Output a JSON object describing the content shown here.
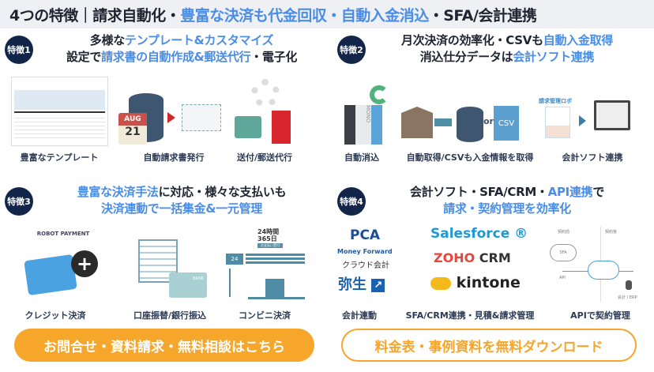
{
  "header": {
    "prefix": "4つの特徴｜請求自動化・",
    "highlight": "豊富な決済も代金回収・自動入金消込",
    "suffix": "・SFA/会計連携"
  },
  "features": [
    {
      "badge": "特徴1",
      "line1": [
        {
          "t": "多様な",
          "b": false
        },
        {
          "t": "テンプレート&カスタマイズ",
          "b": true
        }
      ],
      "line2": [
        {
          "t": "設定で",
          "b": false
        },
        {
          "t": "請求書の自動作成&郵送代行",
          "b": true
        },
        {
          "t": "・電子化",
          "b": false
        }
      ],
      "captions": [
        "豊富なテンプレート",
        "自動請求書発行",
        "送付/郵送代行"
      ]
    },
    {
      "badge": "特徴2",
      "line1": [
        {
          "t": "月次決済の効率化・CSVも",
          "b": false
        },
        {
          "t": "自動入金取得",
          "b": true
        }
      ],
      "line2": [
        {
          "t": "消込仕分データは",
          "b": false
        },
        {
          "t": "会計ソフト連携",
          "b": true
        }
      ],
      "captions": [
        "自動消込",
        "自動取得/CSVも入金情報を取得",
        "会計ソフト連携"
      ]
    },
    {
      "badge": "特徴3",
      "line1": [
        {
          "t": "豊富な決済手法",
          "b": true
        },
        {
          "t": "に対応・様々な支払いも",
          "b": false
        }
      ],
      "line2": [
        {
          "t": "決済連動で一括集金&一元管理",
          "b": true
        }
      ],
      "captions": [
        "クレジット決済",
        "口座振替/銀行振込",
        "コンビニ決済"
      ]
    },
    {
      "badge": "特徴4",
      "line1": [
        {
          "t": "会計ソフト・SFA/CRM・",
          "b": false
        },
        {
          "t": "API連携",
          "b": true
        },
        {
          "t": "で",
          "b": false
        }
      ],
      "line2": [
        {
          "t": "請求・契約管理を効率化",
          "b": true
        }
      ],
      "captions": [
        "会計連動",
        "SFA/CRM連携・見積&請求管理",
        "APIで契約管理"
      ]
    }
  ],
  "images": {
    "calendar_month": "AUG",
    "calendar_day": "21",
    "mono": "MONO",
    "or": "or",
    "csv": "CSV",
    "robo_brand": "請求管理ロボ",
    "robot_payment": "ROBOT PAYMENT",
    "bank": "BANK",
    "hours": "24時間",
    "days": "365日",
    "store_sign": "お支払い受付",
    "store_num": "24",
    "pca": "PCA",
    "moneyforward": "Money Forward",
    "cloud_kaikei": "クラウド会計",
    "yayoi": "弥生",
    "salesforce": "Salesforce ®",
    "zoho": "ZOHO",
    "crm": "CRM",
    "kintone": "kintone",
    "before": "契約前",
    "after": "契約後",
    "sfa": "SFA",
    "api": "API",
    "erp": "会計 / ERP"
  },
  "buttons": {
    "contact": "お問合せ・資料請求・無料相談はこちら",
    "pricing": "料金表・事例資料を無料ダウンロード"
  },
  "colors": {
    "accent": "#4a8de6",
    "navy": "#13264a",
    "orange": "#f5a62b"
  }
}
